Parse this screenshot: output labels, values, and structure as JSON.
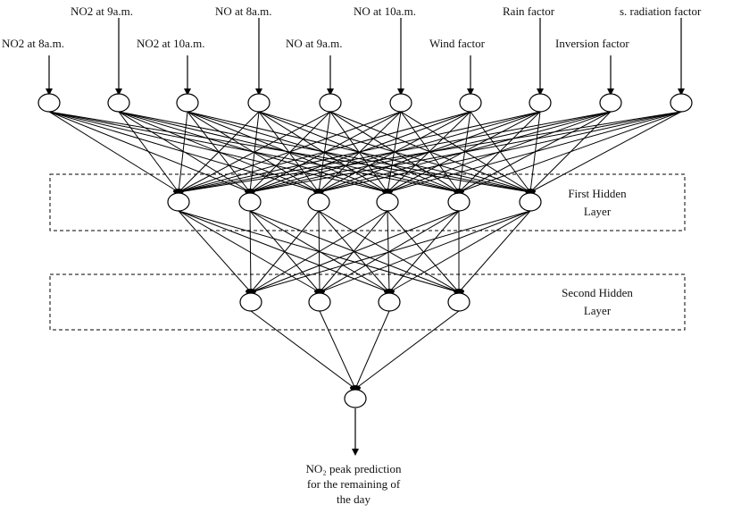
{
  "inputs": {
    "top_row": [
      "NO2 at 9a.m.",
      "NO at 8a.m.",
      "NO at 10a.m.",
      "Rain factor",
      "s. radiation factor"
    ],
    "bottom_row": [
      "NO2 at 8a.m.",
      "NO2 at 10a.m.",
      "NO at 9a.m.",
      "Wind factor",
      "Inversion factor"
    ]
  },
  "layers": {
    "first_hidden": {
      "line1": "First Hidden",
      "line2": "Layer"
    },
    "second_hidden": {
      "line1": "Second Hidden",
      "line2": "Layer"
    }
  },
  "output": {
    "line1": "NO₂ peak prediction",
    "line2": "for the remaining of",
    "line3": "the day"
  },
  "network": {
    "input_nodes": 10,
    "hidden1_nodes": 6,
    "hidden2_nodes": 4,
    "output_nodes": 1,
    "colors": {
      "stroke": "#000000",
      "node_fill": "#ffffff"
    }
  }
}
